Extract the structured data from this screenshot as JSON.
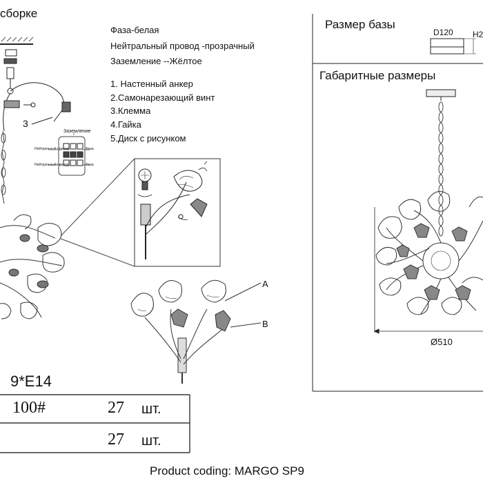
{
  "header_left": "сборке",
  "wiring": {
    "phase": "Фаза-белая",
    "neutral": "Нейтральный провод -прозрачный",
    "ground": "Заземление --Жёлтое"
  },
  "parts": [
    "1. Настенный анкер",
    "2.Самонарезающий винт",
    "3.Клемма",
    "4.Гайка",
    "5.Диск с рисунком"
  ],
  "callout_3": "3",
  "terminal": {
    "ground_label": "Заземление",
    "neutral_label": "Нейтральный провод",
    "phase_label": "Фаза"
  },
  "base_box": {
    "title": "Размер базы",
    "d_label": "D120",
    "h_label": "H2"
  },
  "dims_box": {
    "title": "Габаритные размеры",
    "diameter": "Ø510"
  },
  "detail_labels": {
    "a": "A",
    "b": "B"
  },
  "bulbs": "9*E14",
  "table_rows": [
    {
      "code": "100#",
      "qty": "27",
      "unit": "шт."
    },
    {
      "code": "",
      "qty": "27",
      "unit": "шт."
    }
  ],
  "product_coding": "Product coding: MARGO SP9"
}
